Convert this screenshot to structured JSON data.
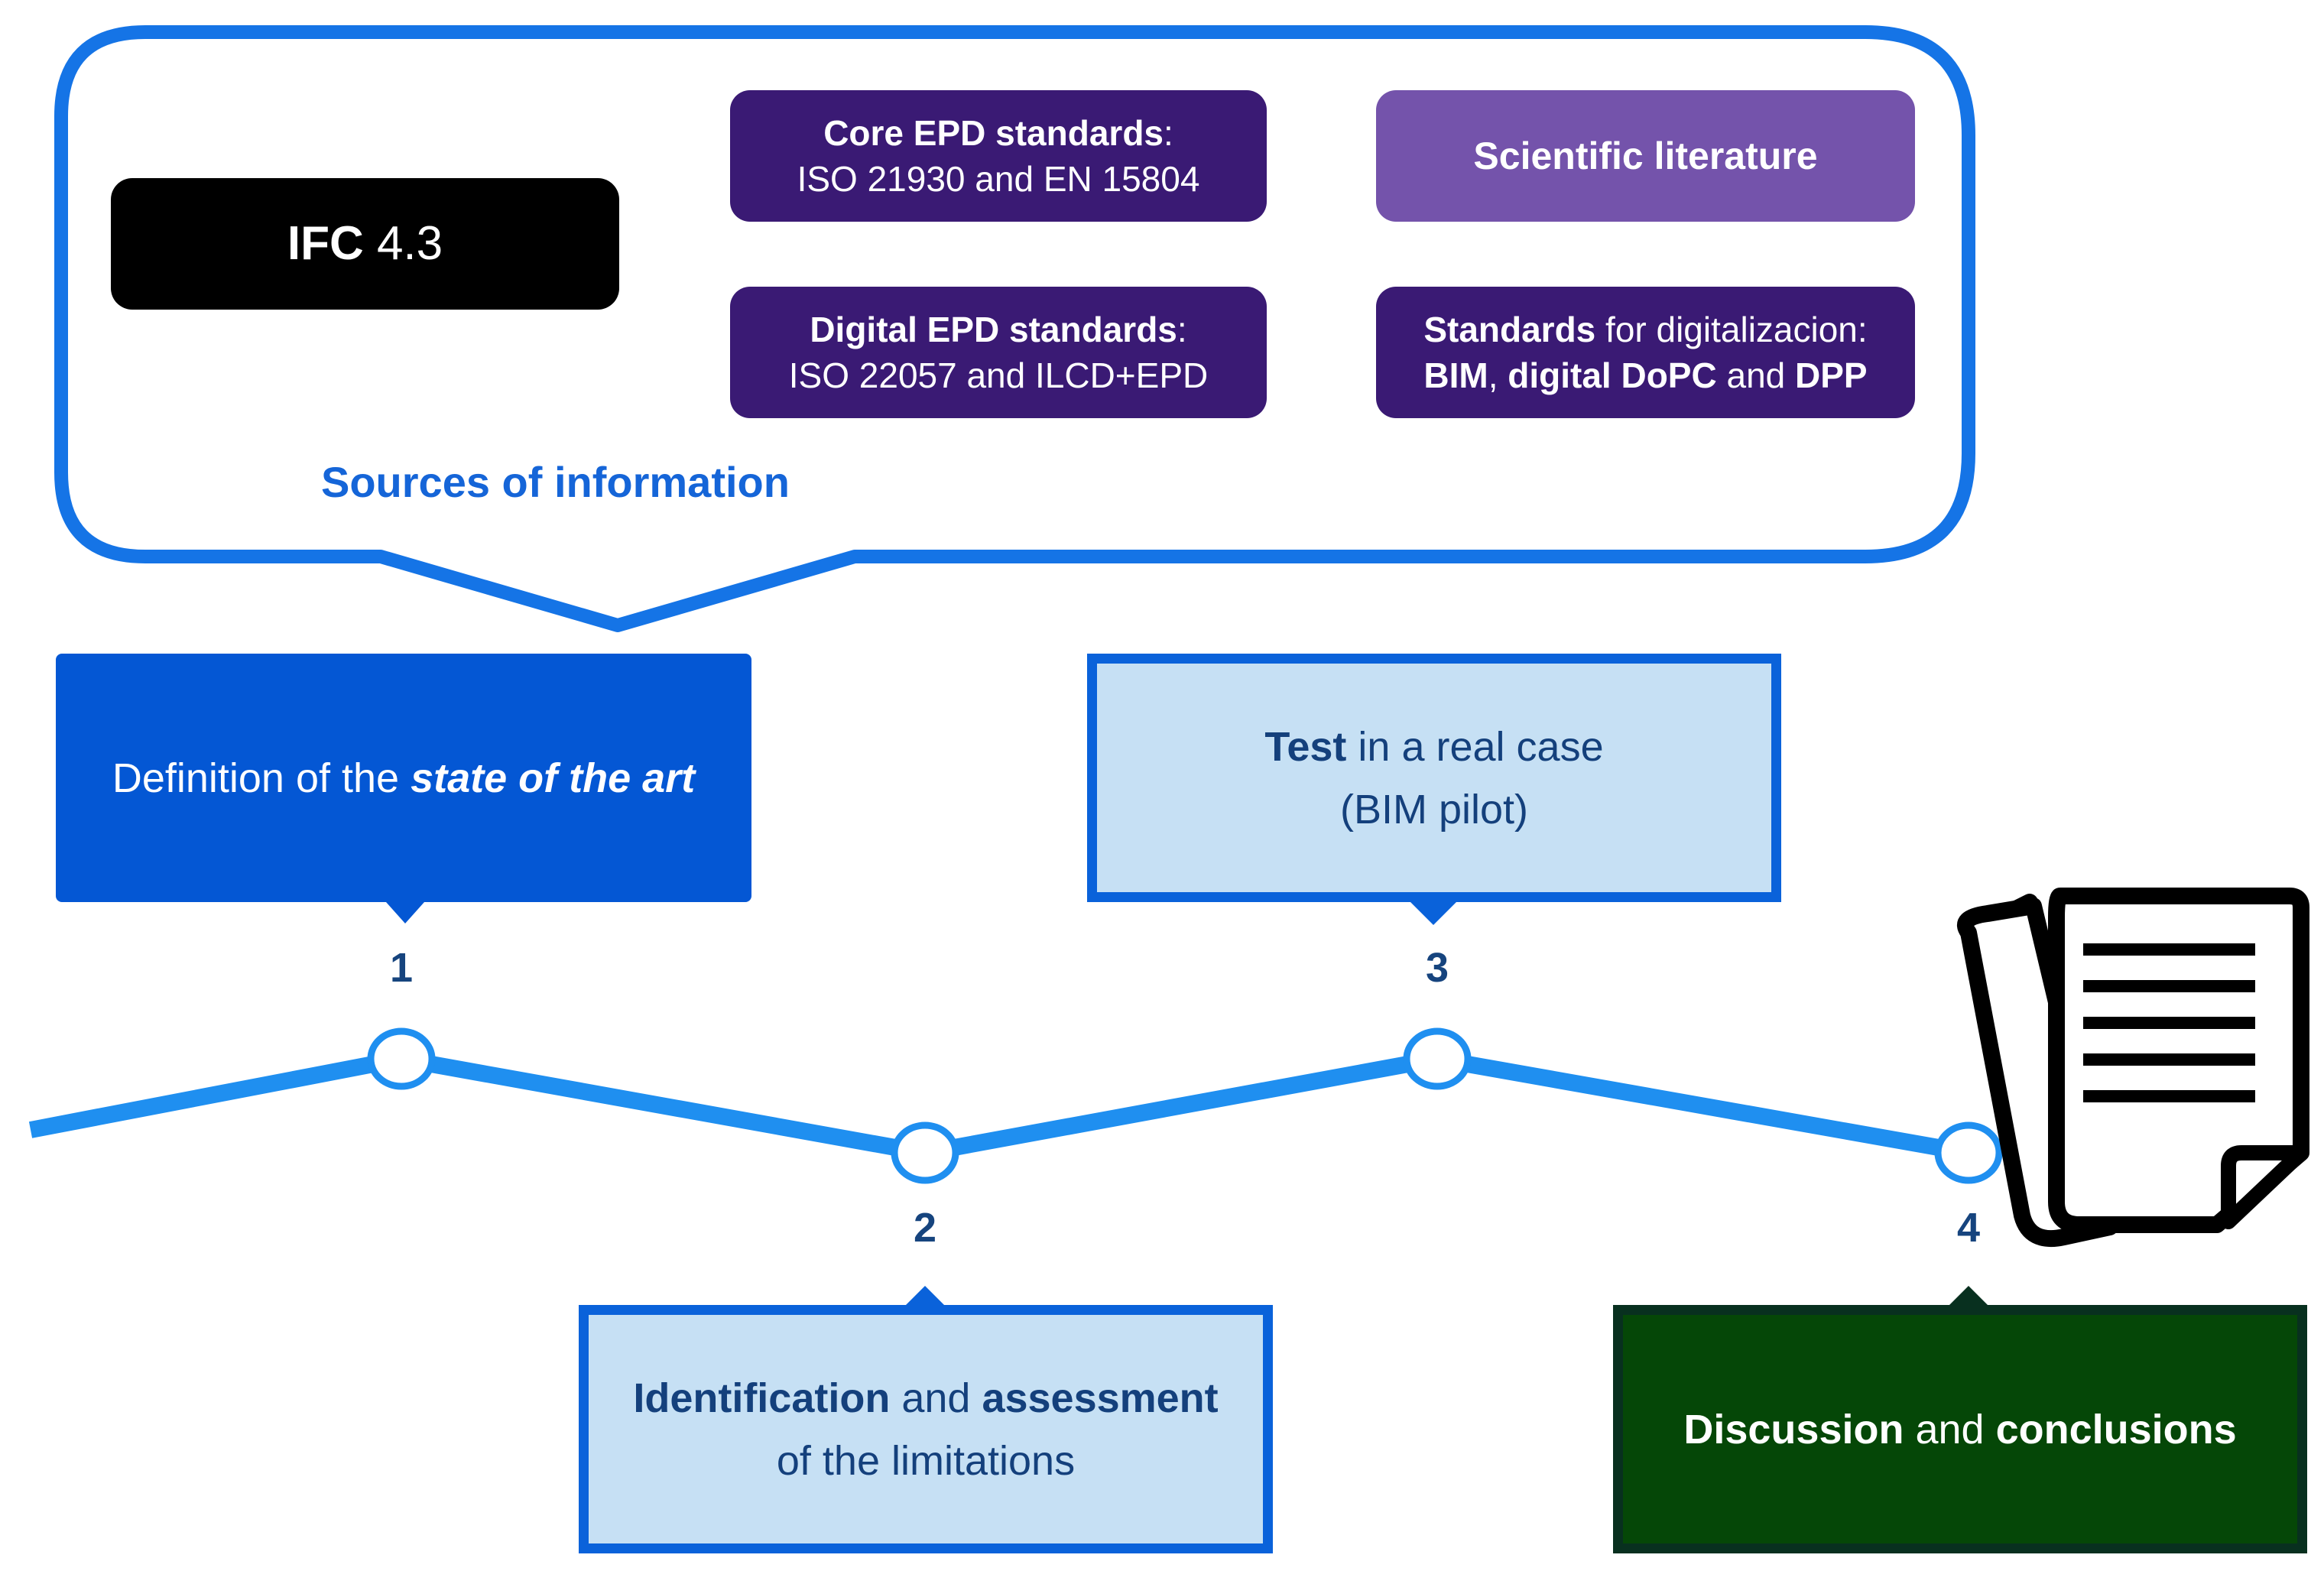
{
  "sources": {
    "title": "Sources of information",
    "ifc": {
      "strong": "IFC",
      "rest": " 4.3"
    },
    "core_epd": {
      "strong": "Core EPD standards",
      "rest": ":",
      "line2": "ISO 21930 and EN 15804"
    },
    "digital_epd": {
      "strong": "Digital EPD standards",
      "rest": ":",
      "line2": "ISO 22057 and ILCD+EPD"
    },
    "literature": "Scientific literature",
    "digitalization": {
      "strong1": "Standards",
      "rest1": " for digitalizacion:",
      "strong2": "BIM",
      "sep1": ", ",
      "strong3": "digital DoPC",
      "sep2": " and ",
      "strong4": "DPP"
    }
  },
  "steps": [
    {
      "number": "1",
      "text": "Definition of the ",
      "emph": "state of the art"
    },
    {
      "number": "2",
      "strong1": "Identification",
      "mid": " and ",
      "strong2": "assessment",
      "line2": "of the limitations"
    },
    {
      "number": "3",
      "strong": "Test",
      "rest": " in a real case",
      "line2": "(BIM pilot)"
    },
    {
      "number": "4",
      "strong1": "Discussion",
      "mid": " and ",
      "strong2": "conclusions"
    }
  ],
  "icons": {
    "document": "document-stack-icon"
  },
  "colors": {
    "callout_border": "#1574e6",
    "timeline": "#1f8ff0",
    "step1": "#0457d4",
    "step_light": "#c6e0f4",
    "step4": "#054707",
    "source_dark": "#3a1a74",
    "source_light": "#7453ab"
  }
}
